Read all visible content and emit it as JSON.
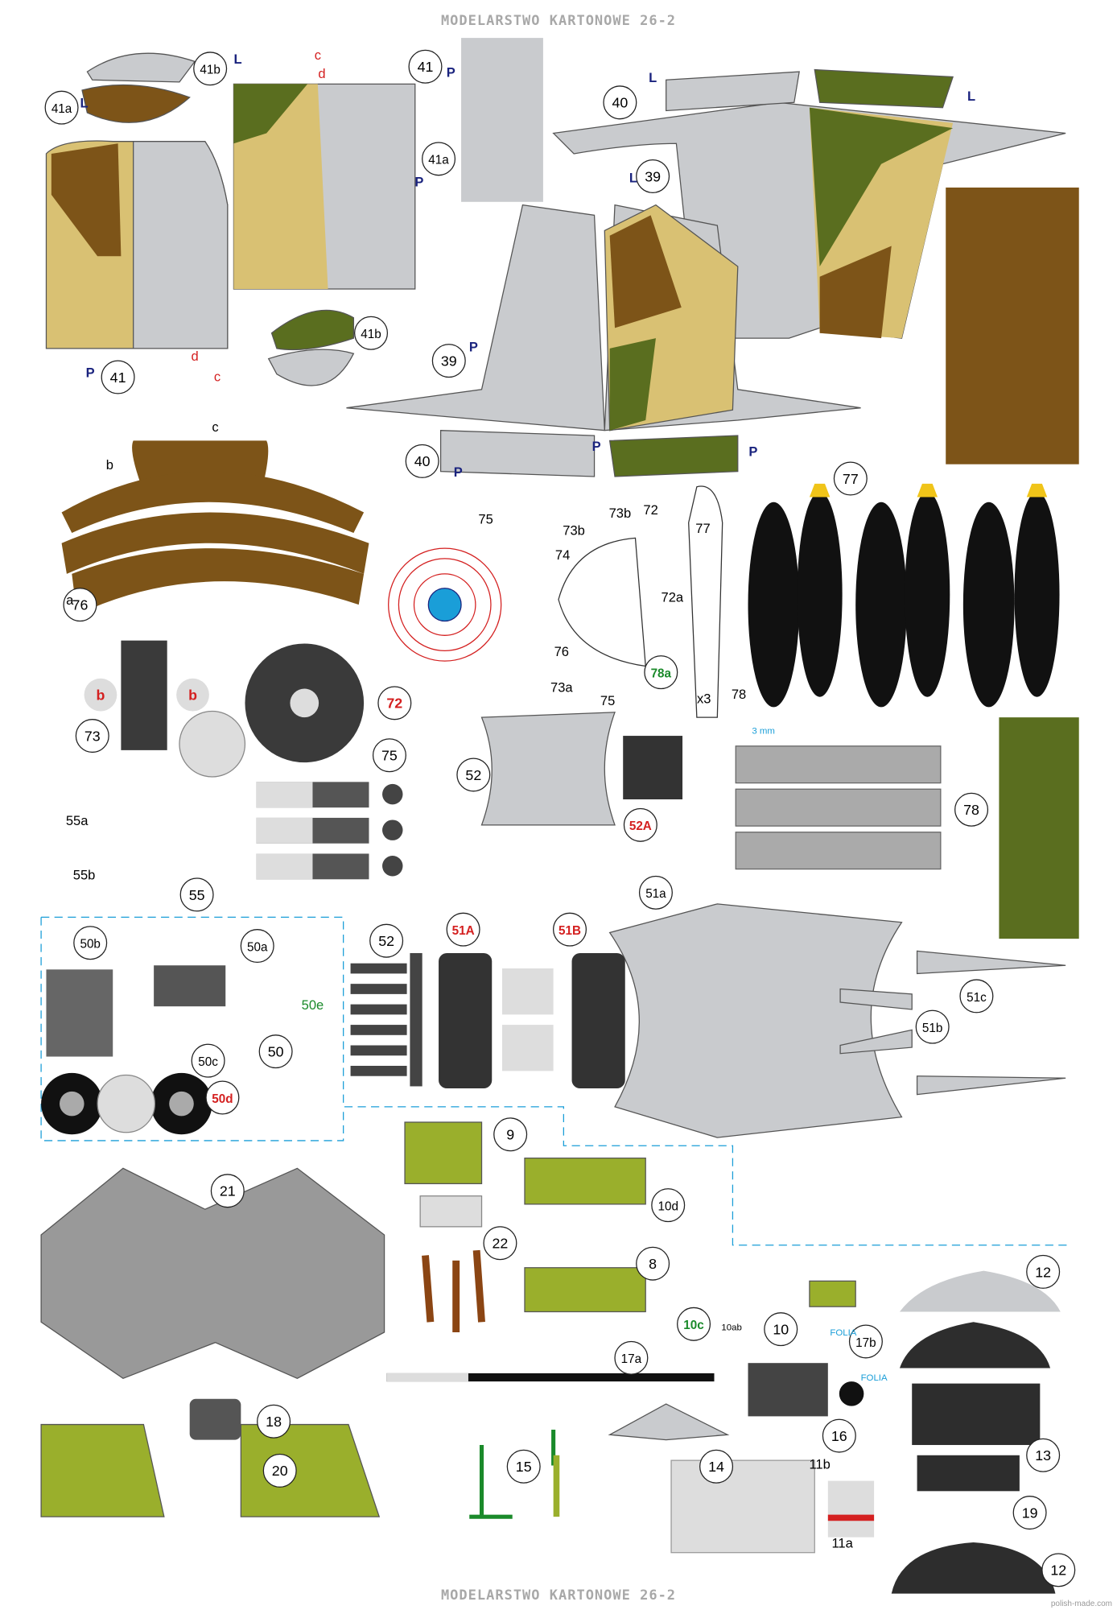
{
  "header": "MODELARSTWO KARTONOWE 26-2",
  "footer": "MODELARSTWO KARTONOWE 26-2",
  "website": "polish-made.com",
  "colors": {
    "grey": "#c9cbce",
    "sand": "#d9c173",
    "brown": "#7d5418",
    "green": "#5a6e1f",
    "olive": "#9aaf2c",
    "red": "#d42020",
    "blue": "#1a9ed8",
    "navy": "#1a237e"
  },
  "part_labels": [
    {
      "text": "41b",
      "color": "#000"
    },
    {
      "text": "41",
      "color": "#000"
    },
    {
      "text": "41a",
      "color": "#000"
    },
    {
      "text": "41a",
      "color": "#000"
    },
    {
      "text": "40",
      "color": "#000"
    },
    {
      "text": "39",
      "color": "#000"
    },
    {
      "text": "41b",
      "color": "#000"
    },
    {
      "text": "39",
      "color": "#000"
    },
    {
      "text": "41",
      "color": "#000"
    },
    {
      "text": "40",
      "color": "#000"
    },
    {
      "text": "77",
      "color": "#000"
    },
    {
      "text": "76",
      "color": "#000"
    },
    {
      "text": "73",
      "color": "#000"
    },
    {
      "text": "72",
      "color": "#d42020"
    },
    {
      "text": "75",
      "color": "#000"
    },
    {
      "text": "52",
      "color": "#000"
    },
    {
      "text": "52A",
      "color": "#d42020"
    },
    {
      "text": "78",
      "color": "#000"
    },
    {
      "text": "55",
      "color": "#000"
    },
    {
      "text": "51a",
      "color": "#000"
    },
    {
      "text": "50b",
      "color": "#000"
    },
    {
      "text": "50a",
      "color": "#000"
    },
    {
      "text": "51A",
      "color": "#d42020"
    },
    {
      "text": "51B",
      "color": "#d42020"
    },
    {
      "text": "52",
      "color": "#000"
    },
    {
      "text": "51c",
      "color": "#000"
    },
    {
      "text": "51b",
      "color": "#000"
    },
    {
      "text": "50c",
      "color": "#000"
    },
    {
      "text": "50",
      "color": "#000"
    },
    {
      "text": "50d",
      "color": "#d42020"
    },
    {
      "text": "9",
      "color": "#000"
    },
    {
      "text": "21",
      "color": "#000"
    },
    {
      "text": "10d",
      "color": "#000"
    },
    {
      "text": "22",
      "color": "#000"
    },
    {
      "text": "8",
      "color": "#000"
    },
    {
      "text": "10c",
      "color": "#1a8a2a"
    },
    {
      "text": "10",
      "color": "#000"
    },
    {
      "text": "12",
      "color": "#000"
    },
    {
      "text": "17b",
      "color": "#000"
    },
    {
      "text": "17a",
      "color": "#000"
    },
    {
      "text": "18",
      "color": "#000"
    },
    {
      "text": "16",
      "color": "#000"
    },
    {
      "text": "15",
      "color": "#000"
    },
    {
      "text": "14",
      "color": "#000"
    },
    {
      "text": "13",
      "color": "#000"
    },
    {
      "text": "20",
      "color": "#000"
    },
    {
      "text": "19",
      "color": "#000"
    },
    {
      "text": "12",
      "color": "#000"
    },
    {
      "text": "b",
      "color": "#d42020"
    },
    {
      "text": "b",
      "color": "#d42020"
    },
    {
      "text": "78a",
      "color": "#1a8a2a"
    }
  ],
  "text_labels": [
    {
      "text": "L",
      "color": "#1a237e"
    },
    {
      "text": "L",
      "color": "#1a237e"
    },
    {
      "text": "P",
      "color": "#1a237e"
    },
    {
      "text": "P",
      "color": "#1a237e"
    },
    {
      "text": "L",
      "color": "#1a237e"
    },
    {
      "text": "L",
      "color": "#1a237e"
    },
    {
      "text": "P",
      "color": "#1a237e"
    },
    {
      "text": "P",
      "color": "#1a237e"
    },
    {
      "text": "P",
      "color": "#1a237e"
    },
    {
      "text": "L",
      "color": "#1a237e"
    },
    {
      "text": "P",
      "color": "#1a237e"
    },
    {
      "text": "P",
      "color": "#1a237e"
    },
    {
      "text": "c",
      "color": "#d42020"
    },
    {
      "text": "d",
      "color": "#d42020"
    },
    {
      "text": "d",
      "color": "#d42020"
    },
    {
      "text": "c",
      "color": "#d42020"
    },
    {
      "text": "75",
      "color": "#000"
    },
    {
      "text": "73b",
      "color": "#000"
    },
    {
      "text": "73b",
      "color": "#000"
    },
    {
      "text": "72",
      "color": "#000"
    },
    {
      "text": "74",
      "color": "#000"
    },
    {
      "text": "77",
      "color": "#000"
    },
    {
      "text": "72a",
      "color": "#000"
    },
    {
      "text": "76",
      "color": "#000"
    },
    {
      "text": "73a",
      "color": "#000"
    },
    {
      "text": "75",
      "color": "#000"
    },
    {
      "text": "x3",
      "color": "#000"
    },
    {
      "text": "78",
      "color": "#000"
    },
    {
      "text": "55a",
      "color": "#000"
    },
    {
      "text": "55b",
      "color": "#000"
    },
    {
      "text": "50e",
      "color": "#1a8a2a"
    },
    {
      "text": "FOLIA",
      "color": "#1a9ed8"
    },
    {
      "text": "FOLIA",
      "color": "#1a9ed8"
    },
    {
      "text": "3 mm",
      "color": "#1a9ed8"
    },
    {
      "text": "10ab",
      "color": "#000"
    },
    {
      "text": "11b",
      "color": "#000"
    },
    {
      "text": "11a",
      "color": "#000"
    },
    {
      "text": "a",
      "color": "#000"
    },
    {
      "text": "b",
      "color": "#000"
    },
    {
      "text": "c",
      "color": "#000"
    }
  ]
}
